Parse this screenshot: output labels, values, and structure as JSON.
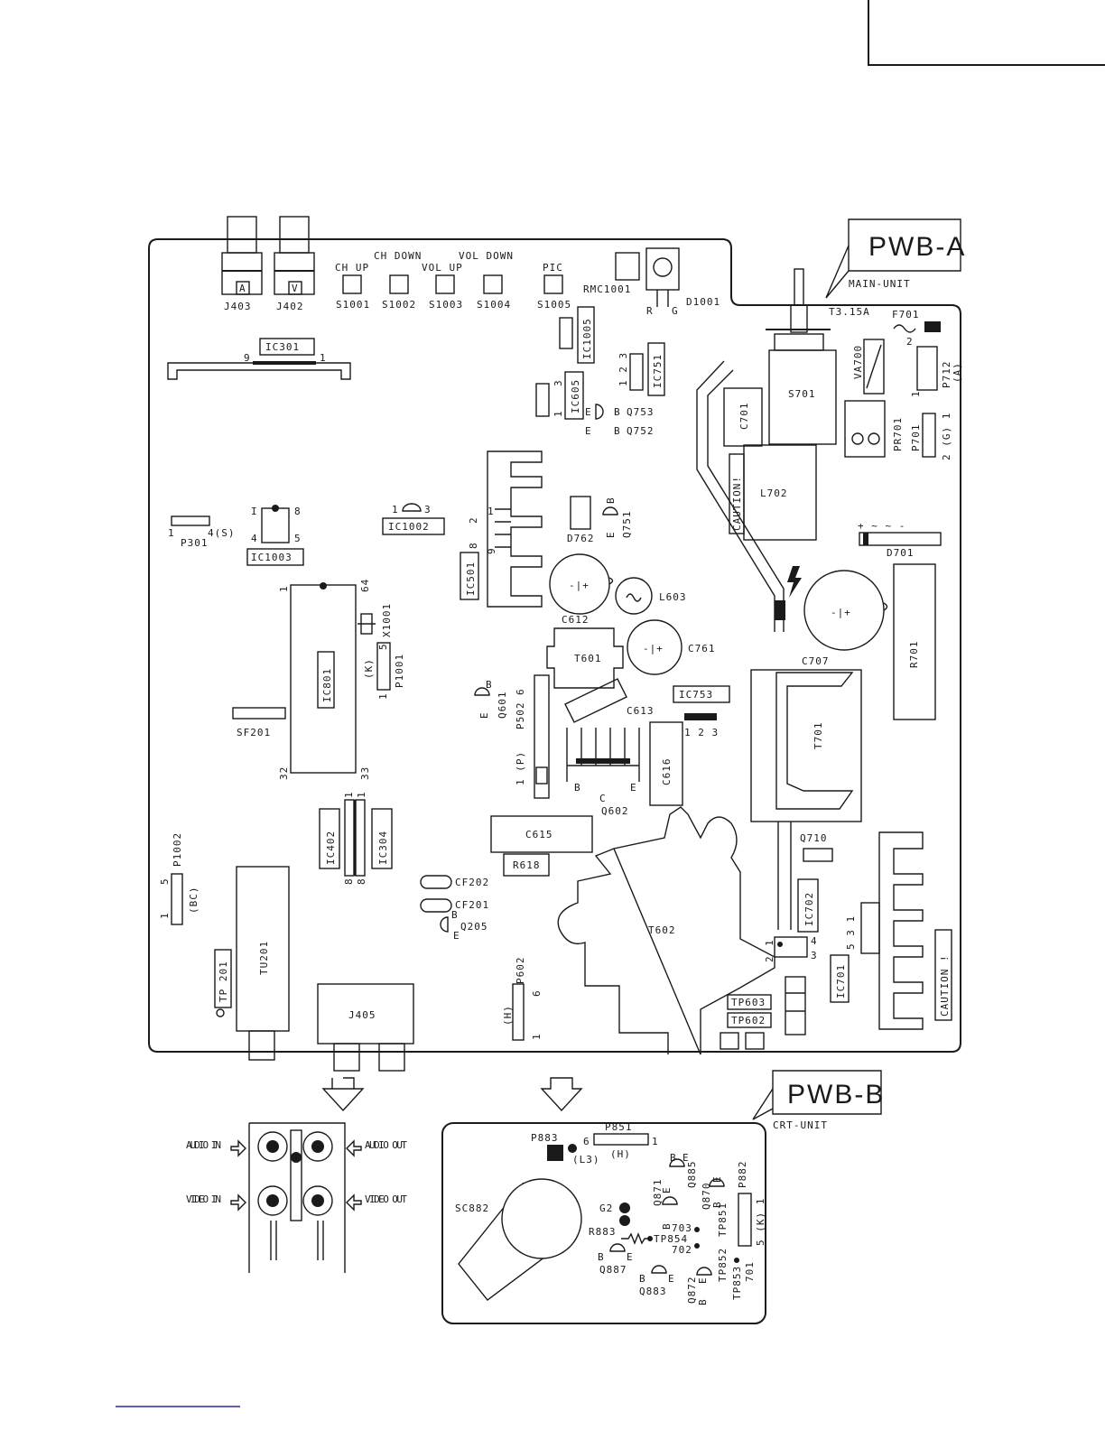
{
  "panels": {
    "pwb_a": {
      "title": "PWB-A",
      "subtitle": "MAIN-UNIT"
    },
    "pwb_b": {
      "title": "PWB-B",
      "subtitle": "CRT-UNIT"
    }
  },
  "labels": {
    "ch_down": "CH DOWN",
    "vol_down": "VOL DOWN",
    "ch_up": "CH UP",
    "vol_up": "VOL UP",
    "pic": "PIC",
    "j403": "J403",
    "j402": "J402",
    "jack_a": "A",
    "jack_v": "V",
    "s1001": "S1001",
    "s1002": "S1002",
    "s1003": "S1003",
    "s1004": "S1004",
    "s1005": "S1005",
    "rmc1001": "RMC1001",
    "d1001": "D1001",
    "r": "R",
    "g": "G",
    "t315a": "T3.15A",
    "f701": "F701",
    "ic301": "IC301",
    "pin9": "9",
    "pin1": "1",
    "ic1005": "IC1005",
    "ic751": "IC751",
    "ic605": "IC605",
    "p123": "1 2 3",
    "p1": "1",
    "p3": "3",
    "q753": "Q753",
    "q752": "Q752",
    "e": "E",
    "b": "B",
    "c": "C",
    "s701": "S701",
    "va700": "VA700",
    "p712": "P712",
    "p712a": "(A)",
    "p2": "2",
    "c701": "C701",
    "pr701": "PR701",
    "p701": "P701",
    "p701g": "2 (G) 1",
    "l702": "L702",
    "caution": "CAUTION!",
    "caution2": "CAUTION !",
    "p301": "P301",
    "p301s": "4(S)",
    "ic1003": "IC1003",
    "ic1002": "IC1002",
    "p8": "8",
    "p4": "4",
    "p5": "5",
    "pI": "I",
    "ic501": "IC501",
    "p2b": "2",
    "p9": "9",
    "p8b": "8",
    "d762": "D762",
    "q751": "Q751",
    "d701": "D701",
    "d701pins": "+ ~ ~ -",
    "p64": "64",
    "x1001": "X1001",
    "ic801": "IC801",
    "p1001": "P1001",
    "p1001k": "(K)",
    "p5b": "5",
    "c612": "C612",
    "l603": "L603",
    "c707": "C707",
    "r701": "R701",
    "t601": "T601",
    "c761": "C761",
    "q601": "Q601",
    "p502": "P502",
    "p502pins": "1 (P)",
    "p6": "6",
    "ic753": "IC753",
    "c613": "C613",
    "ic753pins": "1 2 3",
    "sf201": "SF201",
    "p32": "32",
    "p33": "33",
    "c616": "C616",
    "t701": "T701",
    "q602": "Q602",
    "bce": "B C E",
    "ic402": "IC402",
    "ic304": "IC304",
    "p8c": "8",
    "c615": "C615",
    "r618": "R618",
    "q710": "Q710",
    "p1002": "P1002",
    "p1002bc": "(BC)",
    "cf202": "CF202",
    "cf201": "CF201",
    "q205": "Q205",
    "ic702": "IC702",
    "t602": "T602",
    "p531": "5 3 1",
    "tu201": "TU201",
    "tp201": "TP 201",
    "p602": "P602",
    "p602h": "(H)",
    "ic701": "IC701",
    "tp603": "TP603",
    "tp602": "TP602",
    "j405": "J405",
    "audio_in": "AUDIO IN",
    "audio_out": "AUDIO OUT",
    "video_in": "VIDEO IN",
    "video_out": "VIDEO OUT",
    "p883": "P883",
    "l3": "(L3)",
    "p851": "P851",
    "p851h": "(H)",
    "q885": "Q885",
    "q871": "Q871",
    "q870": "Q870",
    "p882": "P882",
    "p882k": "5 (K) 1",
    "sc882": "SC882",
    "g2": "G2",
    "r883": "R883",
    "tp854": "TP854",
    "n703": "703",
    "n702": "702",
    "n701": "701",
    "tp851": "TP851",
    "tp852": "TP852",
    "tp853": "TP853",
    "q887": "Q887",
    "q883": "Q883",
    "q872": "Q872"
  }
}
